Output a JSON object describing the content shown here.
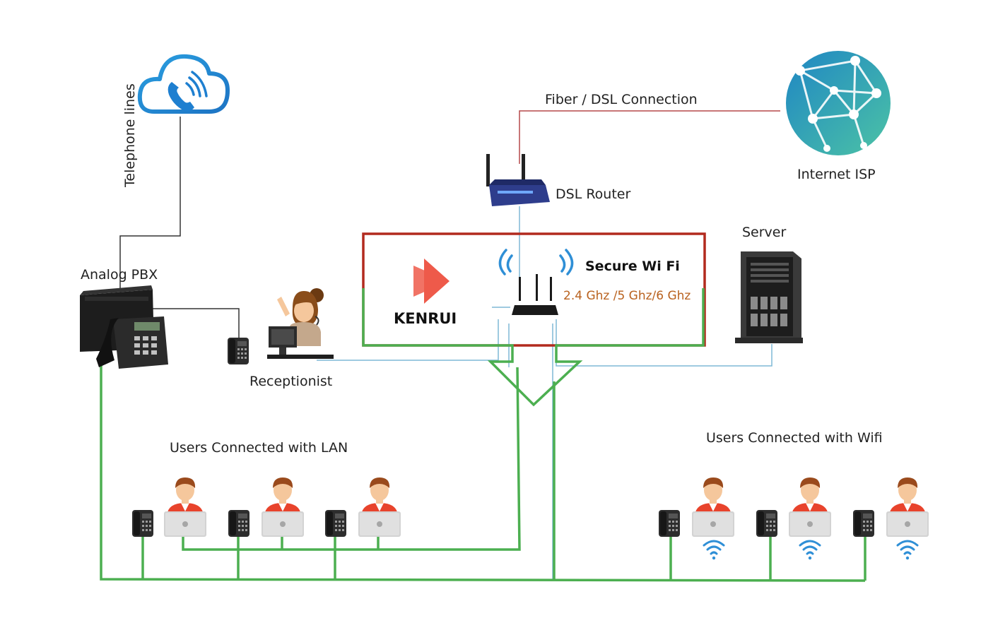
{
  "labels": {
    "telephone_lines": "Telephone lines",
    "fiber_connection": "Fiber / DSL  Connection",
    "internet_isp": "Internet ISP",
    "dsl_router": "DSL Router",
    "server": "Server",
    "analog_pbx": "Analog PBX",
    "secure_wifi": "Secure Wi Fi",
    "wifi_bands": "2.4 Ghz /5 Ghz/6 Ghz",
    "brand": "KENRUI",
    "receptionist": "Receptionist",
    "lan_users": "Users Connected with LAN",
    "wifi_users": "Users Connected with Wifi"
  },
  "colors": {
    "green_line": "#4caf50",
    "red_box": "#b22a1e",
    "fiber_line": "#b5484a",
    "blue_line": "#7fb9d6",
    "black_line": "#333333",
    "band_text": "#b9621f",
    "logo": "#ee5a4a",
    "person_skin": "#f5c79c",
    "person_hair": "#9a4a1c",
    "person_shirt": "#e8432c"
  },
  "icons": {
    "cloud": "cloud-phone-icon",
    "globe": "globe-network-icon",
    "router": "router-icon",
    "ap": "wifi-access-point-icon",
    "server": "server-tower-icon",
    "pbx": "pbx-phone-icon",
    "phone": "desk-phone-icon",
    "user": "user-laptop-icon",
    "wifi": "wifi-signal-icon"
  }
}
